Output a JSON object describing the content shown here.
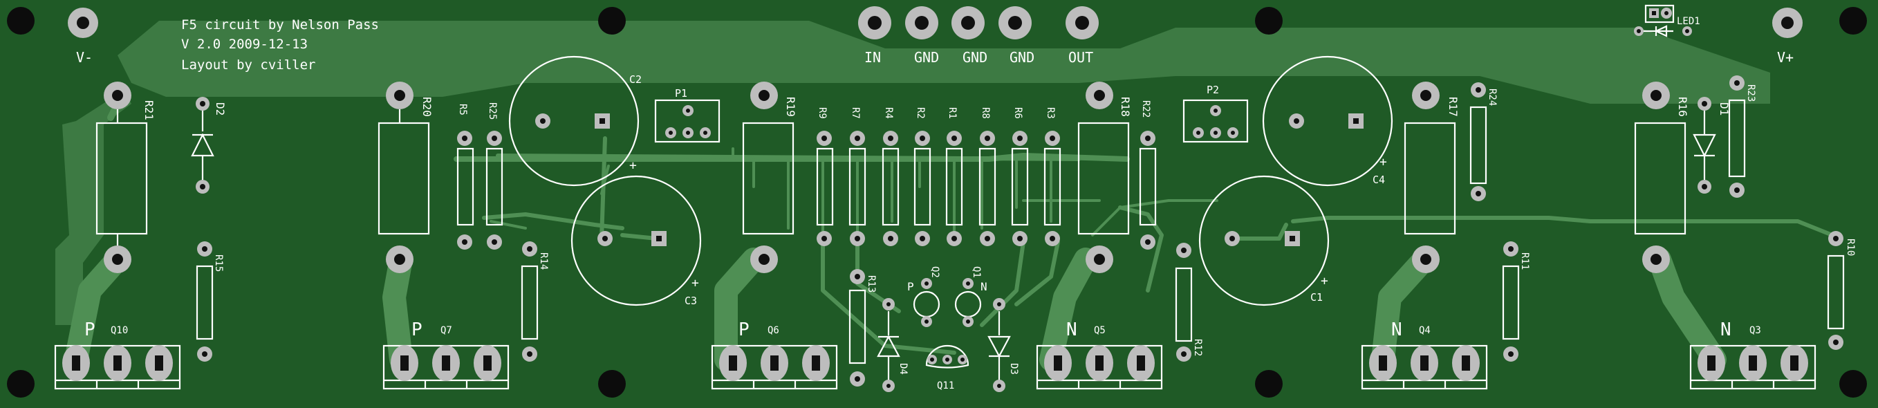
{
  "header": {
    "title": "F5 circuit by Nelson Pass",
    "version": "V 2.0 2009-12-13",
    "layout": "Layout by cviller"
  },
  "terminals": {
    "v_minus": "V-",
    "in": "IN",
    "gnd1": "GND",
    "gnd2": "GND",
    "gnd3": "GND",
    "out": "OUT",
    "v_plus": "V+"
  },
  "designators": {
    "r21": "R21",
    "d2": "D2",
    "r20": "R20",
    "r5": "R5",
    "r25": "R25",
    "c2": "C2",
    "p1": "P1",
    "r19": "R19",
    "r9": "R9",
    "r7": "R7",
    "r4": "R4",
    "r2": "R2",
    "r1": "R1",
    "r8": "R8",
    "r6": "R6",
    "r3": "R3",
    "r18": "R18",
    "r22": "R22",
    "p2": "P2",
    "r17": "R17",
    "r24": "R24",
    "r16": "R16",
    "d1": "D1",
    "r23": "R23",
    "led1": "LED1",
    "c4": "C4",
    "c3": "C3",
    "c1": "C1",
    "r15": "R15",
    "r14": "R14",
    "r13": "R13",
    "r12": "R12",
    "r11": "R11",
    "r10": "R10",
    "q10": "Q10",
    "q7": "Q7",
    "q6": "Q6",
    "q5": "Q5",
    "q4": "Q4",
    "q3": "Q3",
    "q2": "Q2",
    "q1": "Q1",
    "q11": "Q11",
    "d3": "D3",
    "d4": "D4"
  },
  "polarity": {
    "q10": "P",
    "q7": "P",
    "q6": "P",
    "q5": "N",
    "q4": "N",
    "q3": "N",
    "q2": "P",
    "q1": "N",
    "c_plus": "+"
  },
  "colors": {
    "board": "#1f5a26",
    "copper_pour": "#3d7a43",
    "trace": "#4f8f54",
    "pad": "#bdbdbd",
    "silkscreen": "#ffffff",
    "mount_hole": "#0c0c0c"
  }
}
